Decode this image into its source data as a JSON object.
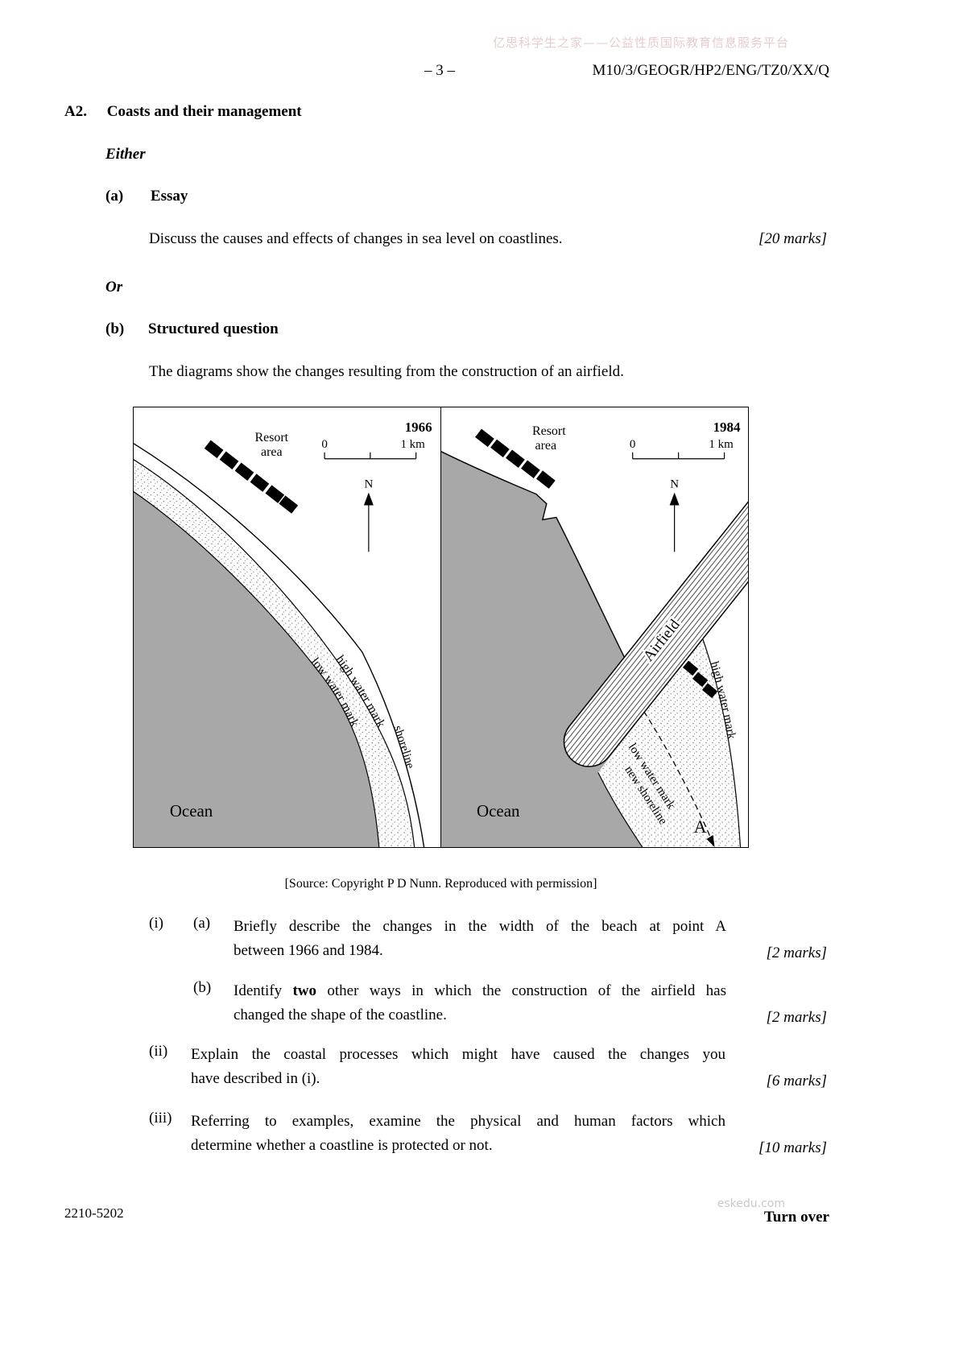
{
  "colors": {
    "ocean_gray": "#a8a8a8",
    "header_watermark": "#e7cccc",
    "footer_watermark": "#c9c9c9"
  },
  "header": {
    "watermark": "亿思科学生之家——公益性质国际教育信息服务平台",
    "page_number": "– 3 –",
    "paper_code": "M10/3/GEOGR/HP2/ENG/TZ0/XX/Q"
  },
  "question": {
    "number": "A2.",
    "title": "Coasts and their management",
    "either_label": "Either",
    "or_label": "Or",
    "essay": {
      "label": "(a)",
      "heading": "Essay",
      "text": "Discuss the causes and effects of changes in sea level on coastlines.",
      "marks": "[20 marks]"
    },
    "structured": {
      "label": "(b)",
      "heading": "Structured question",
      "intro": "The diagrams show the changes resulting from the construction of an airfield."
    }
  },
  "figure": {
    "source_line": "[Source: Copyright P D Nunn. Reproduced with permission]",
    "left": {
      "year": "1966",
      "resort_line1": "Resort",
      "resort_line2": "area",
      "scale_zero": "0",
      "scale_km": "1 km",
      "north": "N",
      "high_water": "high water mark",
      "low_water": "low water mark",
      "shoreline": "shoreline",
      "ocean": "Ocean"
    },
    "right": {
      "year": "1984",
      "resort_line1": "Resort",
      "resort_line2": "area",
      "scale_zero": "0",
      "scale_km": "1 km",
      "north": "N",
      "airfield": "Airfield",
      "high_water": "high water mark",
      "low_water": "low water mark",
      "new_shoreline": "new shoreline",
      "point_a": "A",
      "ocean": "Ocean"
    }
  },
  "subquestions": {
    "i": {
      "roman": "(i)"
    },
    "i_a": {
      "letter": "(a)",
      "line1": "Briefly describe the changes in the width of the beach at point A",
      "line2": "between 1966 and 1984.",
      "marks": "[2 marks]"
    },
    "i_b": {
      "letter": "(b)",
      "line1_pre": "Identify ",
      "line1_bold": "two",
      "line1_post": " other ways in which the construction of the airfield has",
      "line2": "changed the shape of the coastline.",
      "marks": "[2 marks]"
    },
    "ii": {
      "roman": "(ii)",
      "line1": "Explain the coastal processes which might have caused the changes you",
      "line2": "have described in (i).",
      "marks": "[6 marks]"
    },
    "iii": {
      "roman": "(iii)",
      "line1": "Referring to examples, examine the physical and human factors which",
      "line2": "determine whether a coastline is protected or not.",
      "marks": "[10 marks]"
    }
  },
  "footer": {
    "doc_code": "2210-5202",
    "watermark": "eskedu.com",
    "turn_over": "Turn over"
  }
}
